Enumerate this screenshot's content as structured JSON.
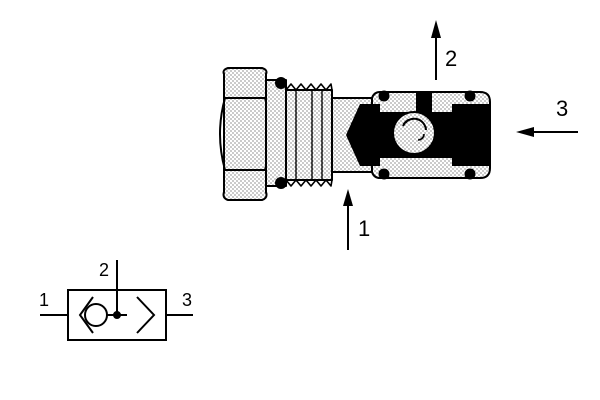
{
  "valve": {
    "port_labels": {
      "inlet": "1",
      "outlet": "2",
      "exhaust": "3"
    }
  },
  "symbol": {
    "port_labels": {
      "left": "1",
      "top": "2",
      "right": "3"
    }
  }
}
